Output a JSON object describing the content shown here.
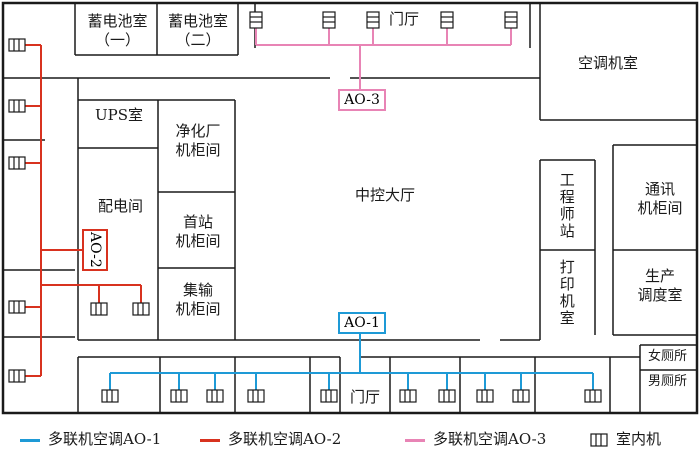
{
  "rooms": {
    "battery_room_1": "蓄电池室\n（一）",
    "battery_room_2": "蓄电池室\n（二）",
    "hall_door_top": "门厅",
    "hvac_room": "空调机室",
    "ups_room": "UPS室",
    "purified_cabinet": "净化厂\n机柜间",
    "distribution_room": "配电间",
    "first_station_cabinet": "首站\n机柜间",
    "gathering_cabinet": "集输\n机柜间",
    "central_control_hall": "中控大厅",
    "engineer_station": "工程师站",
    "print_room": "打印机室",
    "comm_cabinet": "通讯\n机柜间",
    "production_dispatch": "生产\n调度室",
    "womens_toilet": "女厕所",
    "mens_toilet": "男厕所",
    "hall_door_bottom": "门厅"
  },
  "units": {
    "ao1": "AO-1",
    "ao2": "AO-2",
    "ao3": "AO-3"
  },
  "legend": {
    "ao1": "多联机空调AO-1",
    "ao2": "多联机空调AO-2",
    "ao3": "多联机空调AO-3",
    "indoor": "室内机"
  },
  "colors": {
    "ao1": "#1e9ad6",
    "ao2": "#d8321f",
    "ao3": "#e884b5",
    "wall": "#1a1a1a"
  },
  "icons": {
    "indoor_unit": "indoor-unit-icon"
  }
}
